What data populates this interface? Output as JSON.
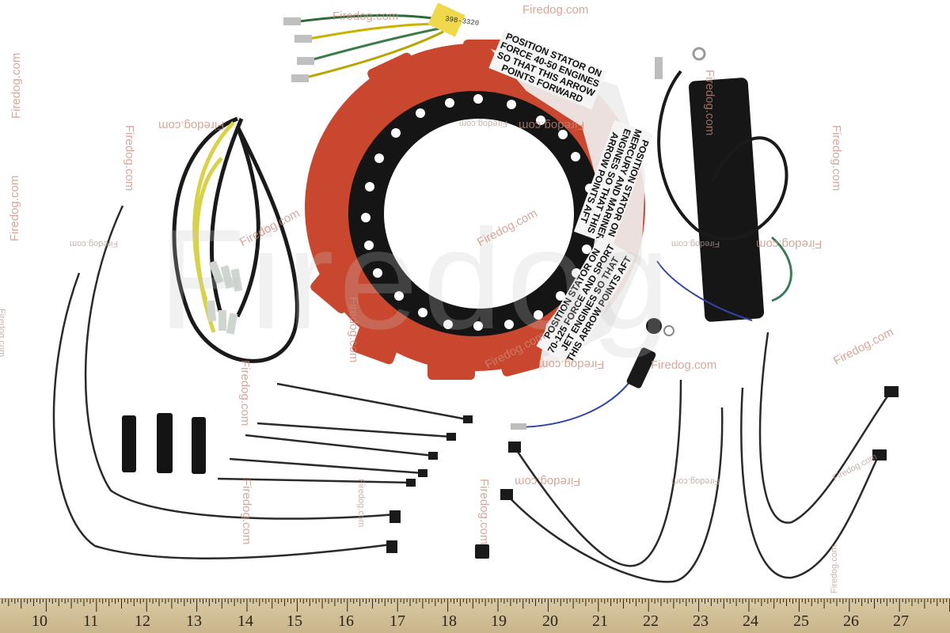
{
  "watermarks": {
    "text": "Firedog.com",
    "big": "Firedog"
  },
  "stator_labels": {
    "forward": "POSITION STATOR ON\nFORCE 40-50 ENGINES\nSO THAT THIS ARROW\nPOINTS FORWARD",
    "aft": "POSITION STATOR ON\nMERCURY AND MARINER\nENGINES SO THAT THIS\nARROW POINTS AFT",
    "jet": "POSITION STATOR ON\n70-125 FORCE AND SPORT\nJET ENGINES SO THAT\nTHIS ARROW POINTS AFT",
    "part_code": "398-3320"
  },
  "ruler": {
    "numbers": [
      "10",
      "11",
      "12",
      "13",
      "14",
      "15",
      "16",
      "17",
      "18",
      "19",
      "20",
      "21",
      "22",
      "23",
      "24",
      "25",
      "26",
      "27"
    ]
  },
  "colors": {
    "stator_red": "#c9472f",
    "stator_black": "#151515",
    "ruler": "#d4c29a",
    "watermark": "#c98a7a"
  }
}
